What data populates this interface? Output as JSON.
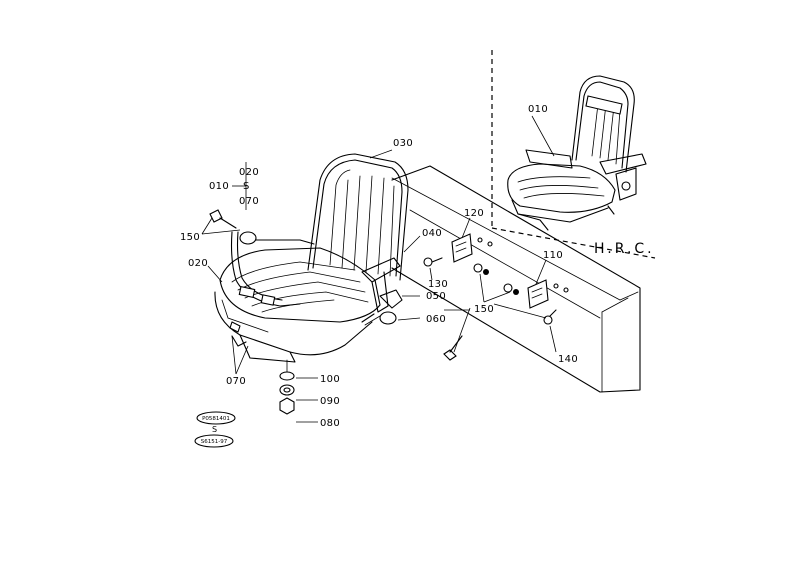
{
  "diagram": {
    "labels": {
      "p010_main": "010",
      "p020_range": "020",
      "tilde": "S",
      "p070_range": "070",
      "p150_top": "150",
      "p020_side": "020",
      "p070_bottom": "070",
      "p100": "100",
      "p090": "090",
      "p080": "080",
      "p030": "030",
      "p040": "040",
      "p050": "050",
      "p060": "060",
      "p130": "130",
      "p120": "120",
      "p110": "110",
      "p150_mid": "150",
      "p140": "140",
      "p010_hrc": "010",
      "hrc": "H.R.C."
    },
    "serials": {
      "top": "P0581401",
      "sep": "S",
      "bottom": "S6151-97"
    }
  }
}
